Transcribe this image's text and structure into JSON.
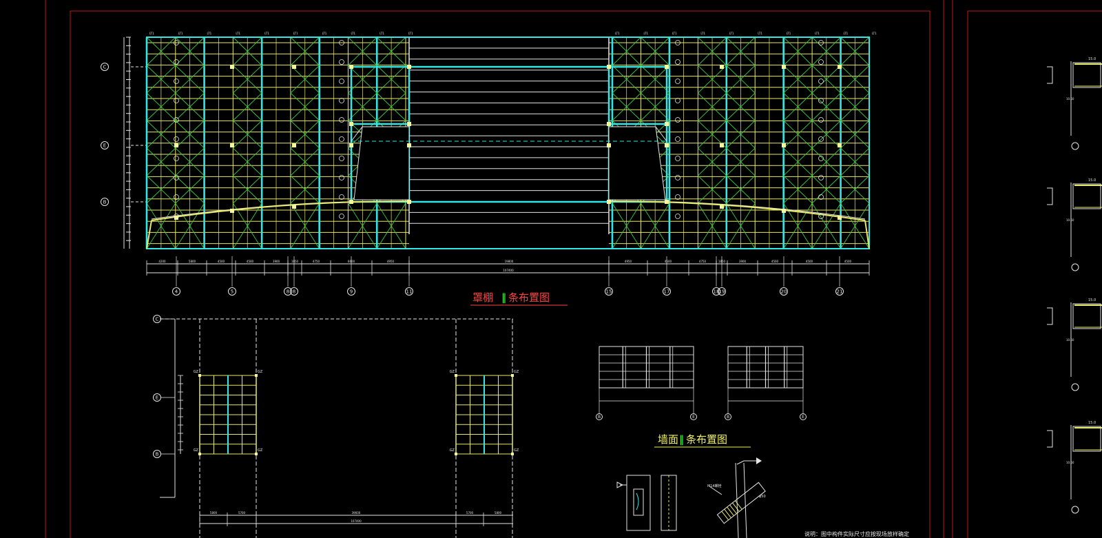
{
  "drawing": {
    "colors": {
      "background": "#000000",
      "frame": "#c01818",
      "purlin": "#e8e86a",
      "steel_main": "#35e6e6",
      "brace": "#39c83c",
      "white": "#e6e6e6",
      "title_red": "#ff4040",
      "title_yellow": "#f2f25a",
      "title_green": "#40ff40",
      "node": "#f6f69a"
    },
    "icons": [
      "axis-bubble-icon",
      "section-mark-icon",
      "node-marker-icon"
    ],
    "roof_plan": {
      "title_part1": "罩棚",
      "title_part2": "条布置图",
      "row_axes": [
        "C",
        "E",
        "B"
      ],
      "col_axes": [
        "4",
        "5",
        "8",
        "8",
        "9",
        "11",
        "15",
        "17",
        "18",
        "19",
        "20",
        "21"
      ],
      "bottom_dims": [
        "4200",
        "5800",
        "4500",
        "4500",
        "3900",
        "1850",
        "4750",
        "6600",
        "4950",
        "19800",
        "4950",
        "4500",
        "4750",
        "1850",
        "3900",
        "4500",
        "4500",
        "4500"
      ],
      "overall_dim": "107400"
    },
    "wall_plan": {
      "title_part1": "墙面",
      "title_part2": "条布置图",
      "row_axes": [
        "C",
        "E",
        "B"
      ],
      "gz_labels": [
        "GZ",
        "GZ",
        "GZ",
        "GZ",
        "GZ",
        "GZ",
        "GZ",
        "GZ"
      ],
      "bottom_dims": [
        "5800",
        "5700",
        "39600",
        "5700",
        "5800"
      ],
      "overall_dim": "107400",
      "elev1_axes": [
        "B",
        "E"
      ],
      "elev2_axes": [
        "B",
        "E"
      ]
    },
    "details": {
      "dia_label": "φ50",
      "bolt_label": "M14螺栓",
      "note": "说明：图中构件实际尺寸应按现场放样确定"
    },
    "side_sections": {
      "elevations": [
        "15.0",
        "15.0",
        "15.0",
        "15.0"
      ],
      "sub_elevations": [
        "10.50",
        "10.50",
        "10.50",
        "10.50"
      ]
    }
  }
}
